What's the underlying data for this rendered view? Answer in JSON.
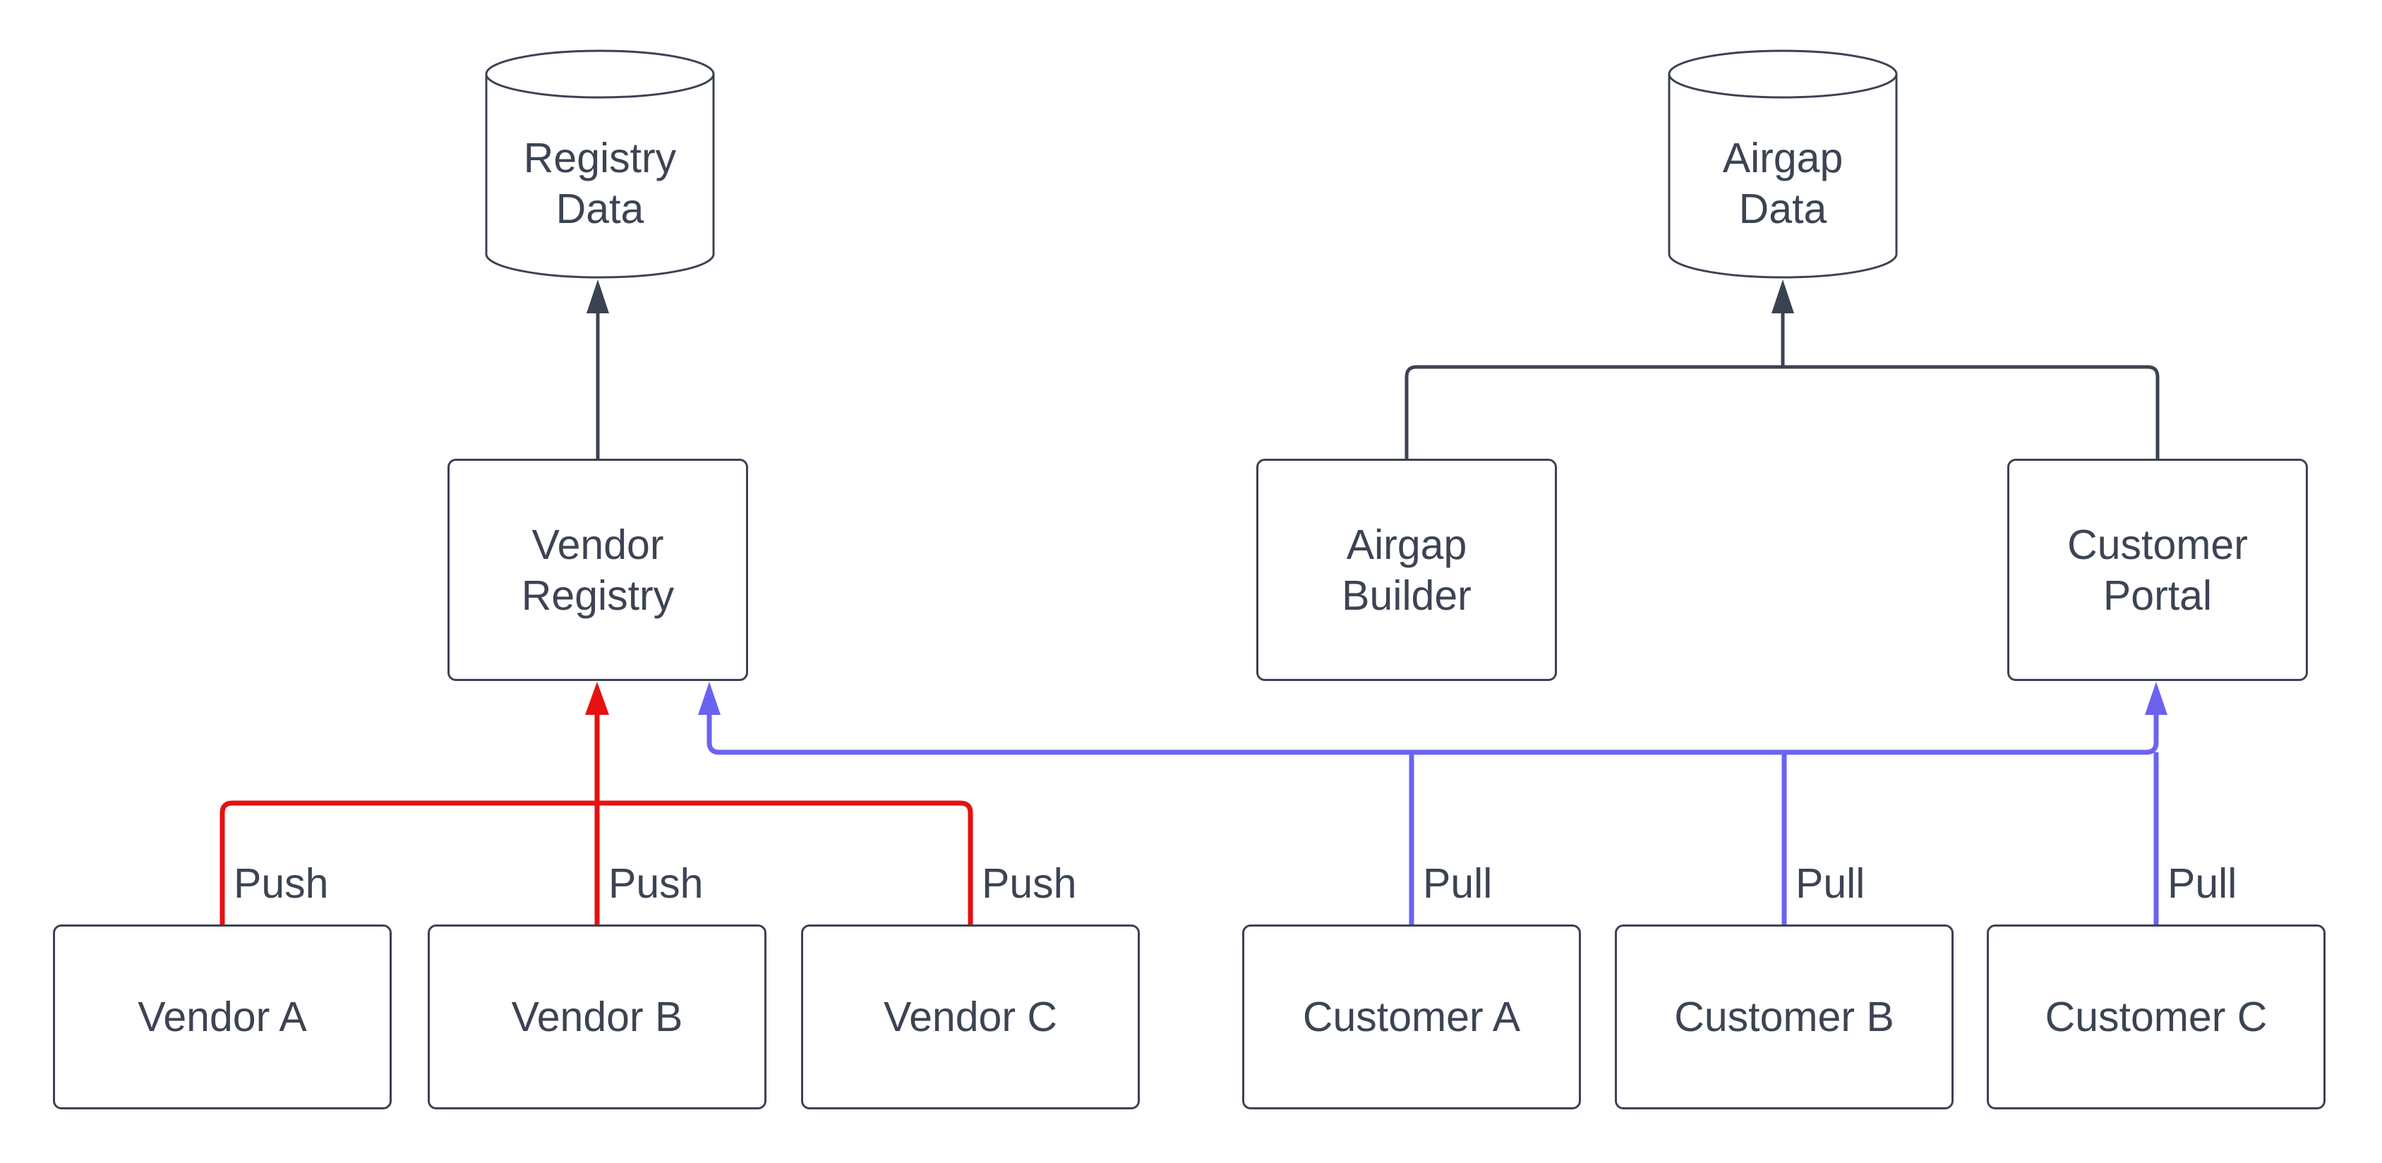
{
  "diagram": {
    "background_color": "#ffffff",
    "colors": {
      "node_stroke": "#3b4352",
      "text": "#3c4453",
      "push_edge": "#e61110",
      "pull_edge": "#6b63f0",
      "data_edge": "#3b4352"
    },
    "nodes": {
      "registry_data": {
        "label": "Registry\nData",
        "shape": "cylinder"
      },
      "airgap_data": {
        "label": "Airgap\nData",
        "shape": "cylinder"
      },
      "vendor_registry": {
        "label": "Vendor\nRegistry",
        "shape": "box"
      },
      "airgap_builder": {
        "label": "Airgap\nBuilder",
        "shape": "box"
      },
      "customer_portal": {
        "label": "Customer\nPortal",
        "shape": "box"
      },
      "vendor_a": {
        "label": "Vendor A",
        "shape": "box"
      },
      "vendor_b": {
        "label": "Vendor B",
        "shape": "box"
      },
      "vendor_c": {
        "label": "Vendor C",
        "shape": "box"
      },
      "customer_a": {
        "label": "Customer A",
        "shape": "box"
      },
      "customer_b": {
        "label": "Customer B",
        "shape": "box"
      },
      "customer_c": {
        "label": "Customer C",
        "shape": "box"
      }
    },
    "edges": {
      "push_labels": [
        "Push",
        "Push",
        "Push"
      ],
      "pull_labels": [
        "Pull",
        "Pull",
        "Pull"
      ],
      "connections": [
        {
          "from": "vendor_registry",
          "to": "registry_data",
          "color": "#3b4352",
          "label": ""
        },
        {
          "from": "airgap_builder",
          "to": "airgap_data",
          "color": "#3b4352",
          "label": ""
        },
        {
          "from": "customer_portal",
          "to": "airgap_data",
          "color": "#3b4352",
          "label": ""
        },
        {
          "from": "vendor_a",
          "to": "vendor_registry",
          "color": "#e61110",
          "label": "Push"
        },
        {
          "from": "vendor_b",
          "to": "vendor_registry",
          "color": "#e61110",
          "label": "Push"
        },
        {
          "from": "vendor_c",
          "to": "vendor_registry",
          "color": "#e61110",
          "label": "Push"
        },
        {
          "from": "customer_a",
          "to": "vendor_registry",
          "color": "#6b63f0",
          "label": "Pull"
        },
        {
          "from": "customer_b",
          "to": "vendor_registry",
          "color": "#6b63f0",
          "label": "Pull"
        },
        {
          "from": "customer_c",
          "to": "vendor_registry",
          "color": "#6b63f0",
          "label": "Pull"
        },
        {
          "from": "customer_a",
          "to": "customer_portal",
          "color": "#6b63f0",
          "label": "Pull"
        },
        {
          "from": "customer_b",
          "to": "customer_portal",
          "color": "#6b63f0",
          "label": "Pull"
        },
        {
          "from": "customer_c",
          "to": "customer_portal",
          "color": "#6b63f0",
          "label": "Pull"
        }
      ]
    }
  }
}
